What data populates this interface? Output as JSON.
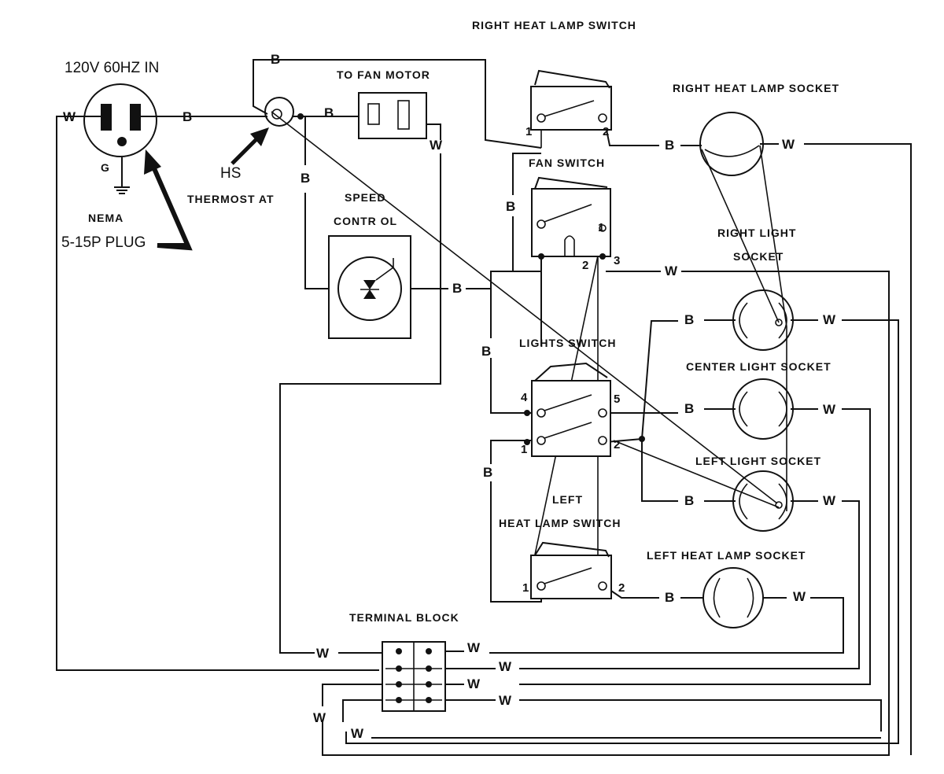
{
  "labels": {
    "power": "120V 60HZ IN",
    "right_heat_lamp_switch": "RIGHT HEAT LAMP SWITCH",
    "to_fan_motor": "TO FAN MOTOR",
    "right_heat_lamp_socket": "RIGHT HEAT LAMP SOCKET",
    "fan_switch": "FAN SWITCH",
    "thermostat": "THERMOST AT",
    "hs": "HS",
    "speed": "SPEED",
    "control": "CONTR OL",
    "nema": "NEMA",
    "plug_model": "5-15P PLUG",
    "ground": "G",
    "right_light_socket_1": "RIGHT LIGHT",
    "right_light_socket_2": "SOCKET",
    "lights_switch": "LIGHTS SWITCH",
    "center_light_socket": "CENTER LIGHT SOCKET",
    "left_light_socket": "LEFT LIGHT SOCKET",
    "left_heat_lamp_switch_1": "LEFT",
    "left_heat_lamp_switch_2": "HEAT LAMP SWITCH",
    "left_heat_lamp_socket": "LEFT HEAT LAMP SOCKET",
    "terminal_block": "TERMINAL BLOCK"
  },
  "wire": {
    "black": "B",
    "white": "W"
  },
  "terminals": {
    "t1": "1",
    "t2": "2",
    "t3": "3",
    "t4": "4",
    "t5": "5"
  }
}
